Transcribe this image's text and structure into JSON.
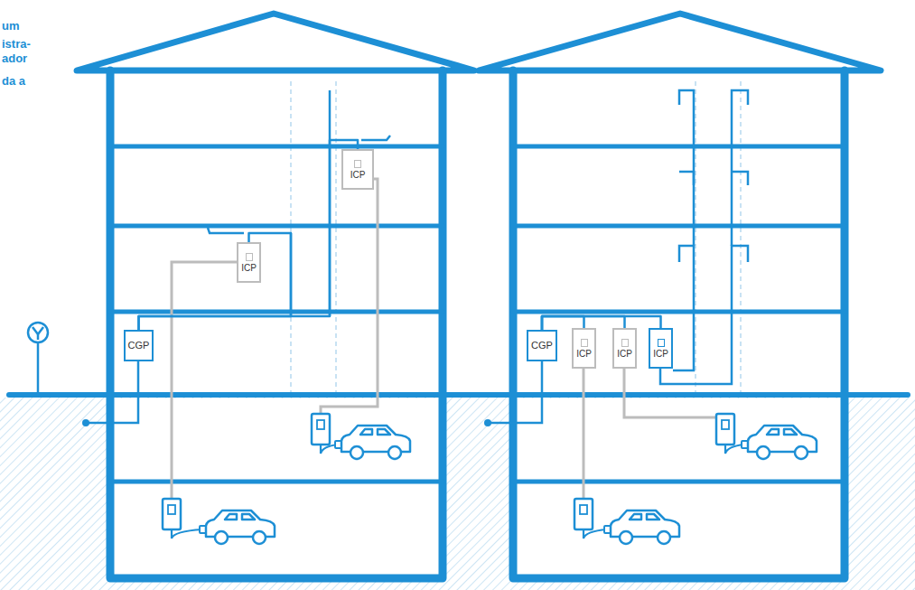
{
  "diagram": {
    "nodes": [
      {
        "text": [
          "ICP"
        ]
      },
      {
        "text": [
          "ICP"
        ]
      },
      {
        "text": [
          "CGP"
        ]
      },
      {
        "text": [
          "CGP"
        ]
      },
      {
        "text": [
          "ICP"
        ]
      },
      {
        "text": [
          "ICP"
        ]
      },
      {
        "text": [
          "ICP"
        ]
      }
    ],
    "edges": [
      {
        "from": 2,
        "to": 0,
        "arrow": "none"
      },
      {
        "from": 2,
        "to": 1,
        "arrow": "none"
      },
      {
        "from": 3,
        "to": 4,
        "arrow": "none"
      },
      {
        "from": 3,
        "to": 5,
        "arrow": "none"
      },
      {
        "from": 3,
        "to": 6,
        "arrow": "none"
      }
    ],
    "labels": [
      "um",
      "istra- ador",
      "da a"
    ]
  }
}
